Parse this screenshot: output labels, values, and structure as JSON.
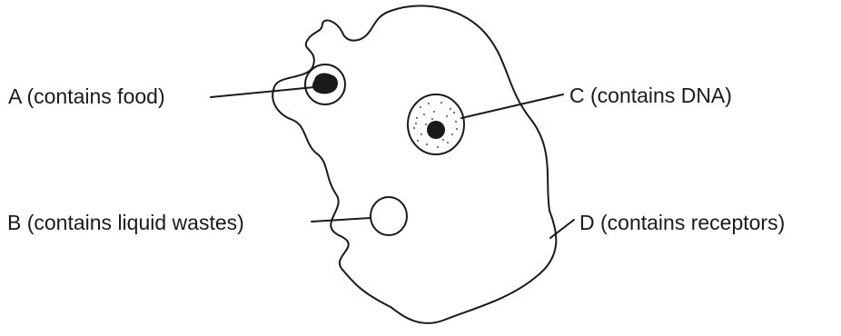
{
  "labels": {
    "a": "A (contains food)",
    "b": "B (contains liquid wastes)",
    "c": "C (contains DNA)",
    "d": "D (contains receptors)"
  },
  "colors": {
    "ink": "#1a1a1a",
    "background": "#ffffff"
  }
}
